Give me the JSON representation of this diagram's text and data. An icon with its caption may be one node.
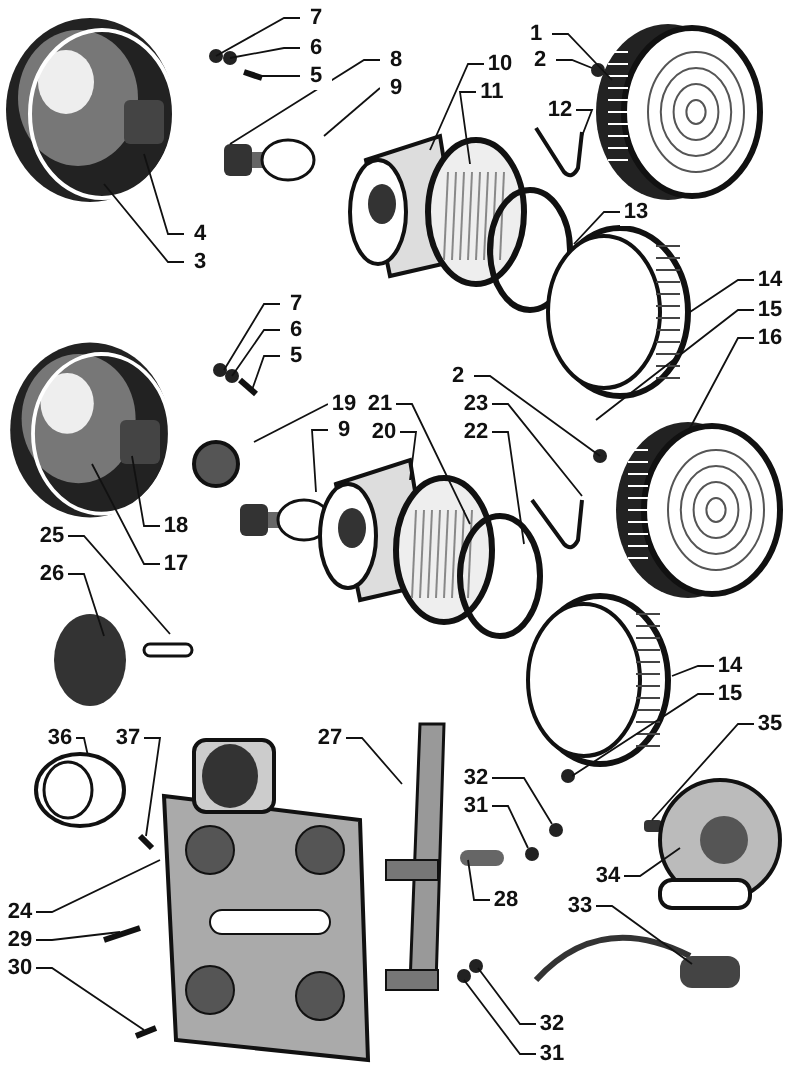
{
  "diagram": {
    "nodes": [
      {
        "text": [
          "7"
        ]
      },
      {
        "text": [
          "6"
        ]
      },
      {
        "text": [
          "5"
        ]
      },
      {
        "text": [
          "8"
        ]
      },
      {
        "text": [
          "9"
        ]
      },
      {
        "text": [
          "10"
        ]
      },
      {
        "text": [
          "11"
        ]
      },
      {
        "text": [
          "1"
        ]
      },
      {
        "text": [
          "2"
        ]
      },
      {
        "text": [
          "12"
        ]
      },
      {
        "text": [
          "4"
        ]
      },
      {
        "text": [
          "3"
        ]
      },
      {
        "text": [
          "13"
        ]
      },
      {
        "text": [
          "14"
        ]
      },
      {
        "text": [
          "7"
        ]
      },
      {
        "text": [
          "6"
        ]
      },
      {
        "text": [
          "5"
        ]
      },
      {
        "text": [
          "15"
        ]
      },
      {
        "text": [
          "16"
        ]
      },
      {
        "text": [
          "2"
        ]
      },
      {
        "text": [
          "19"
        ]
      },
      {
        "text": [
          "21"
        ]
      },
      {
        "text": [
          "9"
        ]
      },
      {
        "text": [
          "20"
        ]
      },
      {
        "text": [
          "23"
        ]
      },
      {
        "text": [
          "22"
        ]
      },
      {
        "text": [
          "18"
        ]
      },
      {
        "text": [
          "17"
        ]
      },
      {
        "text": [
          "25"
        ]
      },
      {
        "text": [
          "26"
        ]
      },
      {
        "text": [
          "14"
        ]
      },
      {
        "text": [
          "15"
        ]
      },
      {
        "text": [
          "35"
        ]
      },
      {
        "text": [
          "36"
        ]
      },
      {
        "text": [
          "37"
        ]
      },
      {
        "text": [
          "27"
        ]
      },
      {
        "text": [
          "32"
        ]
      },
      {
        "text": [
          "31"
        ]
      },
      {
        "text": [
          "34"
        ]
      },
      {
        "text": [
          "28"
        ]
      },
      {
        "text": [
          "33"
        ]
      },
      {
        "text": [
          "24"
        ]
      },
      {
        "text": [
          "29"
        ]
      },
      {
        "text": [
          "30"
        ]
      },
      {
        "text": [
          "32"
        ]
      },
      {
        "text": [
          "31"
        ]
      }
    ],
    "edges": [
      {
        "from": 0,
        "to": null,
        "arrow": "none"
      },
      {
        "from": 1,
        "to": null,
        "arrow": "none"
      },
      {
        "from": 2,
        "to": null,
        "arrow": "none"
      },
      {
        "from": 3,
        "to": null,
        "arrow": "none"
      },
      {
        "from": 4,
        "to": null,
        "arrow": "none"
      },
      {
        "from": 5,
        "to": null,
        "arrow": "none"
      },
      {
        "from": 6,
        "to": null,
        "arrow": "none"
      },
      {
        "from": 7,
        "to": null,
        "arrow": "none"
      },
      {
        "from": 8,
        "to": null,
        "arrow": "none"
      },
      {
        "from": 9,
        "to": null,
        "arrow": "none"
      },
      {
        "from": 10,
        "to": null,
        "arrow": "none"
      },
      {
        "from": 11,
        "to": null,
        "arrow": "none"
      },
      {
        "from": 12,
        "to": null,
        "arrow": "none"
      },
      {
        "from": 13,
        "to": null,
        "arrow": "none"
      },
      {
        "from": 14,
        "to": null,
        "arrow": "none"
      },
      {
        "from": 15,
        "to": null,
        "arrow": "none"
      },
      {
        "from": 16,
        "to": null,
        "arrow": "none"
      },
      {
        "from": 17,
        "to": null,
        "arrow": "none"
      },
      {
        "from": 18,
        "to": null,
        "arrow": "none"
      },
      {
        "from": 19,
        "to": null,
        "arrow": "none"
      },
      {
        "from": 20,
        "to": null,
        "arrow": "none"
      },
      {
        "from": 21,
        "to": null,
        "arrow": "none"
      },
      {
        "from": 22,
        "to": null,
        "arrow": "none"
      },
      {
        "from": 23,
        "to": null,
        "arrow": "none"
      },
      {
        "from": 24,
        "to": null,
        "arrow": "none"
      },
      {
        "from": 25,
        "to": null,
        "arrow": "none"
      },
      {
        "from": 26,
        "to": null,
        "arrow": "none"
      },
      {
        "from": 27,
        "to": null,
        "arrow": "none"
      },
      {
        "from": 28,
        "to": null,
        "arrow": "none"
      },
      {
        "from": 29,
        "to": null,
        "arrow": "none"
      },
      {
        "from": 30,
        "to": null,
        "arrow": "none"
      },
      {
        "from": 31,
        "to": null,
        "arrow": "none"
      },
      {
        "from": 32,
        "to": null,
        "arrow": "none"
      },
      {
        "from": 33,
        "to": null,
        "arrow": "none"
      },
      {
        "from": 34,
        "to": null,
        "arrow": "none"
      },
      {
        "from": 35,
        "to": null,
        "arrow": "none"
      },
      {
        "from": 36,
        "to": null,
        "arrow": "none"
      },
      {
        "from": 37,
        "to": null,
        "arrow": "none"
      },
      {
        "from": 38,
        "to": null,
        "arrow": "none"
      },
      {
        "from": 39,
        "to": null,
        "arrow": "none"
      },
      {
        "from": 40,
        "to": null,
        "arrow": "none"
      },
      {
        "from": 41,
        "to": null,
        "arrow": "none"
      },
      {
        "from": 42,
        "to": null,
        "arrow": "none"
      },
      {
        "from": 43,
        "to": null,
        "arrow": "none"
      },
      {
        "from": 44,
        "to": null,
        "arrow": "none"
      },
      {
        "from": 45,
        "to": null,
        "arrow": "none"
      }
    ]
  }
}
